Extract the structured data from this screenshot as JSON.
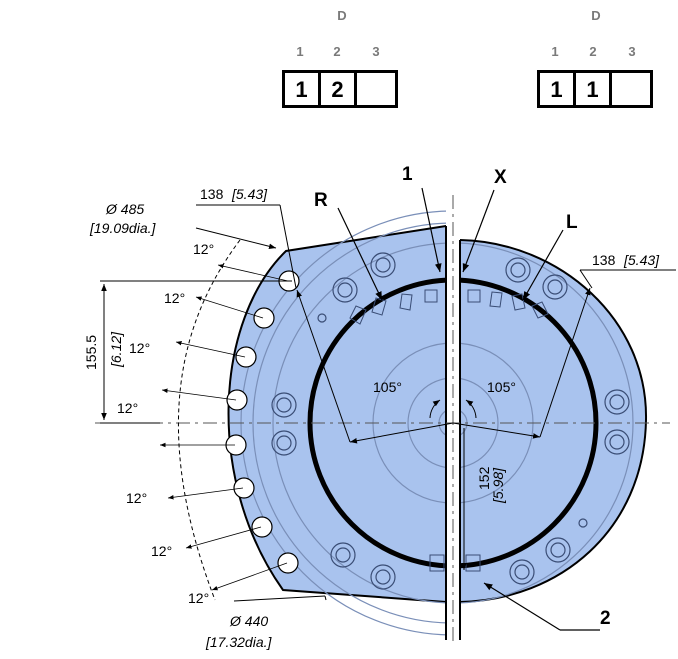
{
  "code_boxes": [
    {
      "header": "D",
      "positions": [
        "1",
        "2",
        "3"
      ],
      "values": [
        "1",
        "2",
        ""
      ]
    },
    {
      "header": "D",
      "positions": [
        "1",
        "2",
        "3"
      ],
      "values": [
        "1",
        "1",
        ""
      ]
    }
  ],
  "drawing": {
    "fill_color": "#a9c3ee",
    "labels": {
      "one": "1",
      "two": "2",
      "x": "X",
      "r": "R",
      "l": "L"
    },
    "dimensions": {
      "d485": "Ø 485",
      "d485_in": "[19.09dia.]",
      "left_138": "138",
      "left_138_in": "[5.43]",
      "right_138": "138",
      "right_138_in": "[5.43]",
      "h155": "155.5",
      "h155_in": "[6.12]",
      "v152": "152",
      "v152_in": "[5.98]",
      "d440": "Ø 440",
      "d440_in": "[17.32dia.]",
      "angle_left": "105°",
      "angle_right": "105°"
    },
    "hole_angles": [
      "12°",
      "12°",
      "12°",
      "12°",
      "12°",
      "12°",
      "12°"
    ]
  }
}
